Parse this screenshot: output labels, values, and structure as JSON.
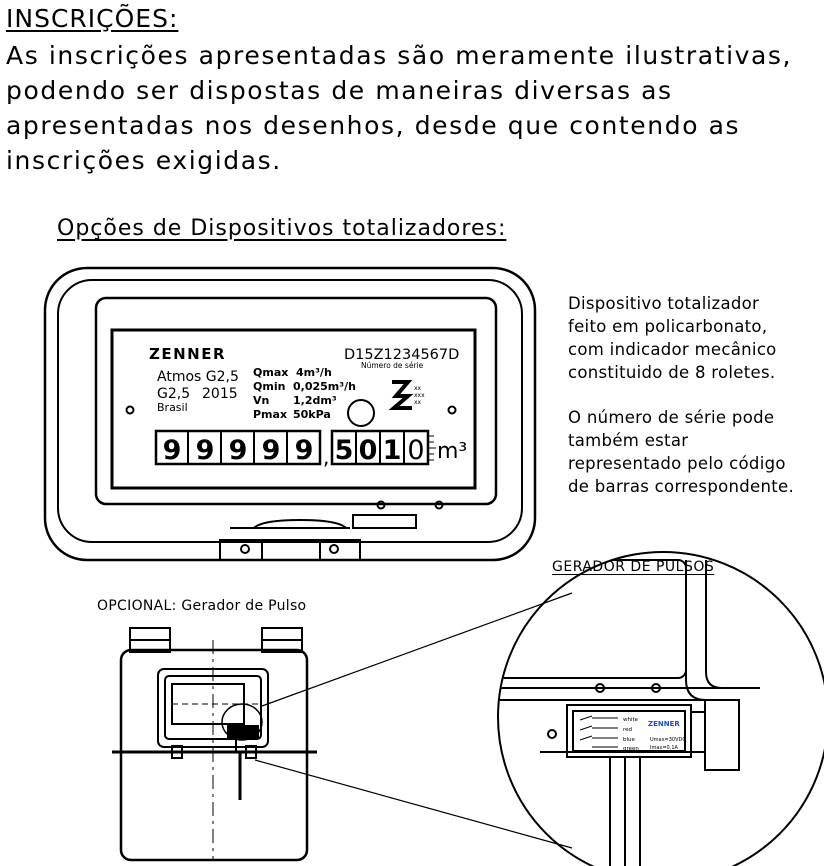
{
  "heading": "INSCRIÇÕES:",
  "paragraph_lines": [
    "As inscrições apresentadas são meramente ilustrativas,",
    "podendo ser dispostas de maneiras diversas as",
    "apresentadas nos desenhos, desde que contendo as",
    "inscrições exigidas."
  ],
  "options_title": "Opções de Dispositivos totalizadores:",
  "meter_face": {
    "brand": "ZENNER",
    "serial": "D15Z1234567D",
    "serial_caption": "Número de série",
    "model_line1": "Atmos G2,5",
    "model_line2": "G2,5",
    "year": "2015",
    "country": "Brasil",
    "specs": [
      {
        "label": "Qmax",
        "value": "4m³/h"
      },
      {
        "label": "Qmin",
        "value": "0,025m³/h"
      },
      {
        "label": "Vn",
        "value": "1,2dm³"
      },
      {
        "label": "Pmax",
        "value": "50kPa"
      }
    ],
    "cert_marks": [
      "xx",
      "xxx",
      "xx"
    ],
    "digits_integer": [
      "9",
      "9",
      "9",
      "9",
      "9"
    ],
    "separator": ",",
    "digits_decimal": [
      "5",
      "0",
      "1",
      "0"
    ],
    "unit": "m³"
  },
  "description_block1": [
    "Dispositivo totalizador",
    "feito em policarbonato,",
    "com indicador mecânico",
    "constituido de 8 roletes."
  ],
  "description_block2": [
    "O número de série pode",
    "também estar",
    "representado pelo código",
    "de barras correspondente."
  ],
  "pulse_generator_title": "GERADOR DE PULSOS",
  "optional_label": "OPCIONAL: Gerador de Pulso",
  "pulse_module": {
    "brand": "ZENNER",
    "wires": [
      "white",
      "red",
      "blue",
      "green"
    ],
    "spec1": "Umax=30VDC",
    "spec2": "Imax=0,1A"
  }
}
